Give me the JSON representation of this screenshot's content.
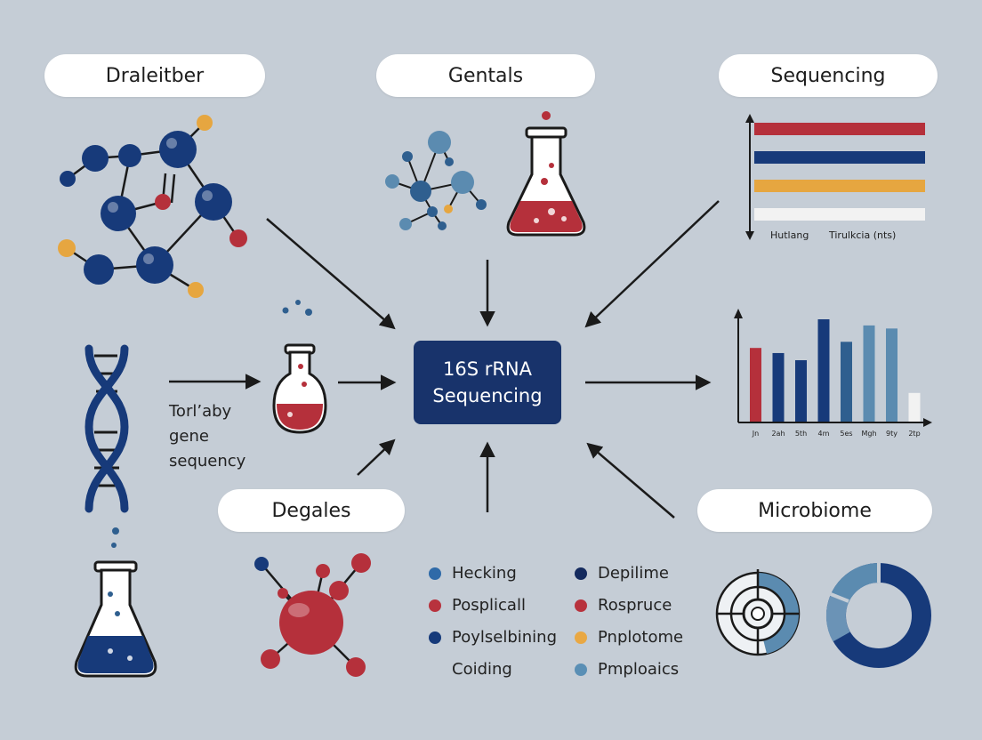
{
  "labels": {
    "top_left": "Draleitber",
    "top_center": "Gentals",
    "top_right": "Sequencing",
    "bottom_left": "Degales",
    "bottom_right": "Microbiome"
  },
  "center": {
    "line1": "16S rRNA",
    "line2": "Sequencing"
  },
  "side_text": [
    "Torl’aby",
    "gene",
    "sequency"
  ],
  "legend": [
    {
      "label": "Hecking",
      "color": "#2f6aa8"
    },
    {
      "label": "Posplicall",
      "color": "#b8323d"
    },
    {
      "label": "Poylselbining",
      "color": "#163a7a"
    },
    {
      "label": "Coiding",
      "color": ""
    },
    {
      "label": "Depilime",
      "color": "#142a5e"
    },
    {
      "label": "Rospruce",
      "color": "#b8323d"
    },
    {
      "label": "Pnplotome",
      "color": "#e9a844"
    },
    {
      "label": "Pmploaics",
      "color": "#5a8fb5"
    }
  ],
  "colors": {
    "navy": "#173a7a",
    "blue": "#2f5f8f",
    "steel": "#5b8bb0",
    "red": "#b5303b",
    "gold": "#e6a640",
    "white": "#f2f2f2"
  },
  "chart_data": [
    {
      "type": "bar",
      "orientation": "horizontal",
      "series": [
        {
          "value": 1,
          "color": "#b5303b"
        },
        {
          "value": 1,
          "color": "#173a7a"
        },
        {
          "value": 1,
          "color": "#e6a640"
        },
        {
          "value": 1,
          "color": "#f2f2f2"
        }
      ],
      "axis_labels": [
        "Hutlang",
        "Tirulkcia (nts)"
      ]
    },
    {
      "type": "bar",
      "categories": [
        "Jn",
        "2ah",
        "5th",
        "4m",
        "5es",
        "Mgh",
        "9ty",
        "2tp"
      ],
      "values": [
        0.72,
        0.67,
        0.6,
        1.0,
        0.78,
        0.94,
        0.91,
        0.28
      ],
      "colors": [
        "#b5303b",
        "#173a7a",
        "#173a7a",
        "#173a7a",
        "#2f5f8f",
        "#5b8bb0",
        "#5b8bb0",
        "#f2f2f2"
      ],
      "ylim": [
        0,
        1
      ]
    }
  ]
}
